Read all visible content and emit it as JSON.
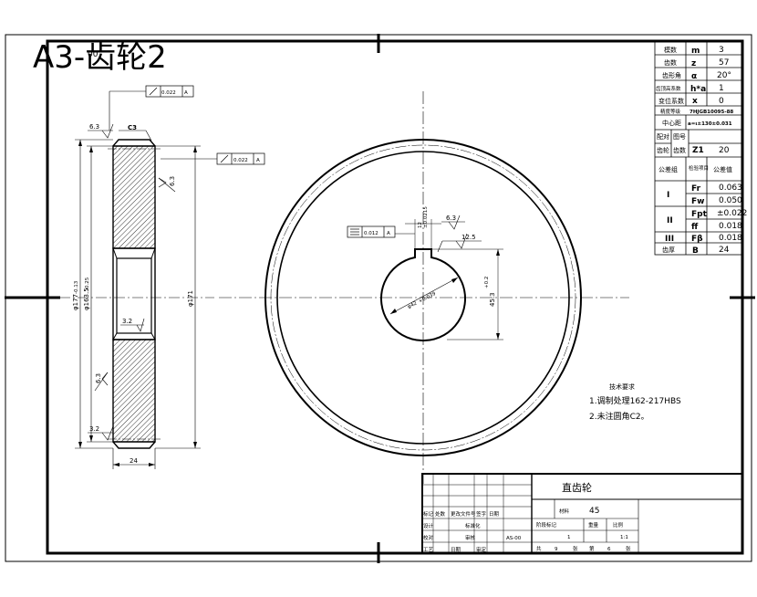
{
  "sheet_title": "A3-齿轮2",
  "sheet_title_small": "00",
  "params": [
    {
      "name": "模数",
      "sym": "m",
      "val": "3"
    },
    {
      "name": "齿数",
      "sym": "z",
      "val": "57"
    },
    {
      "name": "齿形角",
      "sym": "α",
      "val": "20°"
    },
    {
      "name": "齿顶高系数",
      "sym": "h*a",
      "val": "1"
    },
    {
      "name": "变位系数",
      "sym": "x",
      "val": "0"
    }
  ],
  "precision": {
    "label": "精度等级",
    "val": "7HJGB10095-88"
  },
  "center_distance": {
    "label": "中心距",
    "val": "a=ι±130±0.031"
  },
  "mating": {
    "label1": "配对",
    "label2": "齿轮",
    "label3": "图号",
    "label4": "齿数",
    "sym": "Z1",
    "val": "20"
  },
  "tolerance_header": {
    "group": "公差组",
    "item": "检验项目",
    "value": "公差值"
  },
  "tolerance_groups": [
    {
      "group": "I",
      "rows": [
        {
          "sym": "Fr",
          "val": "0.063"
        },
        {
          "sym": "Fw",
          "val": "0.050"
        }
      ]
    },
    {
      "group": "II",
      "rows": [
        {
          "sym": "Fpt",
          "val": "±0.022"
        },
        {
          "sym": "ff",
          "val": "0.018"
        }
      ]
    },
    {
      "group": "III",
      "rows": [
        {
          "sym": "Fβ",
          "val": "0.018"
        }
      ]
    }
  ],
  "tooth_width": {
    "label": "齿厚",
    "sym": "B",
    "val": "24"
  },
  "tech_req": {
    "title": "技术要求",
    "lines": [
      "1.调制处理162-217HBS",
      "2.未注圆角C2。"
    ]
  },
  "title_block": {
    "part_name": "直齿轮",
    "material_label": "材料",
    "material": "45",
    "scale": "1:1",
    "qty": "1",
    "drawing_no": "AS-00",
    "row_labels": [
      "标记",
      "处数",
      "更改文件号",
      "签字",
      "日期"
    ],
    "role_labels": [
      "设计",
      "标准化",
      "校对",
      "审核",
      "工艺",
      "日期",
      "审定"
    ],
    "stage_labels": [
      "阶段标记",
      "重量",
      "比例"
    ],
    "sheet_labels": [
      "共",
      "张",
      "第",
      "张"
    ],
    "sheet_count": "9",
    "sheet_no": "6"
  },
  "dims": {
    "d_tip": "φ177",
    "d_tip_tol": "-0.13",
    "d_ref": "φ163.5",
    "d_ref_tol": "-0.25",
    "d_171": "φ171",
    "width": "24",
    "chamfer": "C3",
    "rough_63": "6.3",
    "rough_32": "3.2",
    "rough_125": "12.5",
    "bore": "φ42",
    "bore_tol": "+0.039",
    "keyway_w": "12",
    "keyway_tol": "±0.0215",
    "key_depth": "45.3",
    "key_depth_tol": "+0.2",
    "runout1": "0.022",
    "runout2": "0.022",
    "sym_tol": "0.012",
    "datum": "A"
  }
}
